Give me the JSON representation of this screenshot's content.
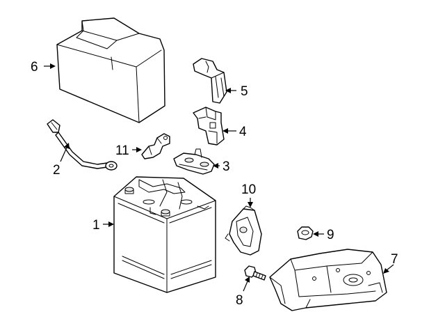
{
  "diagram": {
    "subject": "battery-parts-exploded-view",
    "colors": {
      "line": "#000000",
      "background": "#ffffff",
      "fill": "#ffffff",
      "shade": "#e8e8e8"
    },
    "callouts": [
      {
        "id": "callout-1",
        "label": "1",
        "part": "battery"
      },
      {
        "id": "callout-2",
        "label": "2",
        "part": "negative-cable"
      },
      {
        "id": "callout-3",
        "label": "3",
        "part": "terminal-clamp"
      },
      {
        "id": "callout-4",
        "label": "4",
        "part": "fuse-bracket"
      },
      {
        "id": "callout-5",
        "label": "5",
        "part": "terminal-cover"
      },
      {
        "id": "callout-6",
        "label": "6",
        "part": "battery-cover"
      },
      {
        "id": "callout-7",
        "label": "7",
        "part": "battery-tray"
      },
      {
        "id": "callout-8",
        "label": "8",
        "part": "bolt"
      },
      {
        "id": "callout-9",
        "label": "9",
        "part": "nut"
      },
      {
        "id": "callout-10",
        "label": "10",
        "part": "hold-down-bracket"
      },
      {
        "id": "callout-11",
        "label": "11",
        "part": "clip"
      }
    ]
  }
}
